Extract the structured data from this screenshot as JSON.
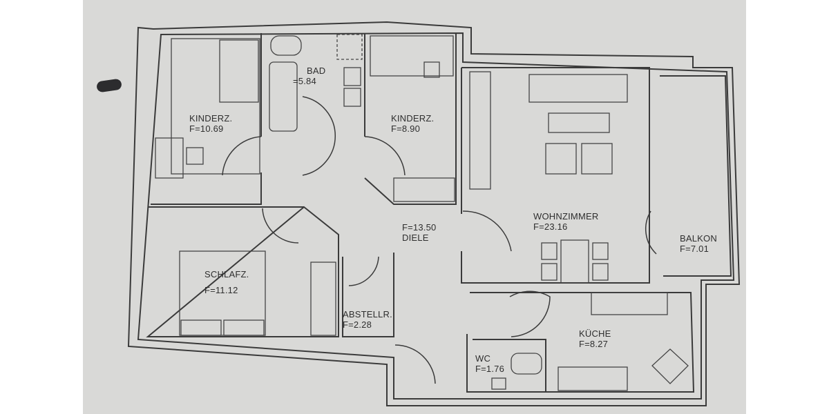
{
  "plan": {
    "rooms": [
      {
        "name": "KINDERZ.",
        "area": "F=10.69"
      },
      {
        "name": "BAD",
        "area": "=5.84"
      },
      {
        "name": "KINDERZ.",
        "area": "F=8.90"
      },
      {
        "name": "WOHNZIMMER",
        "area": "F=23.16"
      },
      {
        "name": "BALKON",
        "area": "F=7.01"
      },
      {
        "name": "DIELE",
        "area": "F=13.50"
      },
      {
        "name": "SCHLAFZ.",
        "area": "F=11.12"
      },
      {
        "name": "ABSTELLR.",
        "area": "F=2.28"
      },
      {
        "name": "KÜCHE",
        "area": "F=8.27"
      },
      {
        "name": "WC",
        "area": "F=1.76"
      }
    ],
    "colors": {
      "paper": "#d9d9d7",
      "ink": "#3a3a3a",
      "margin": "#ffffff"
    }
  }
}
